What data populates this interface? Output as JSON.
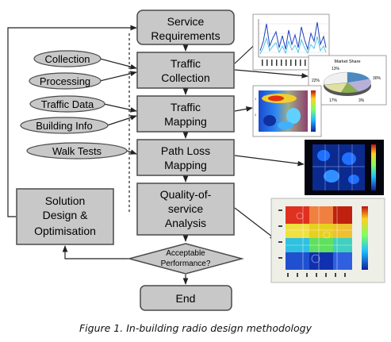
{
  "flow": {
    "service_requirements": [
      "Service",
      "Requirements"
    ],
    "traffic_collection": [
      "Traffic",
      "Collection"
    ],
    "traffic_mapping": [
      "Traffic",
      "Mapping"
    ],
    "path_loss_mapping": [
      "Path Loss",
      "Mapping"
    ],
    "qos_analysis": [
      "Quality-of-",
      "service",
      "Analysis"
    ],
    "decision": [
      "Acceptable",
      "Performance?"
    ],
    "end": "End",
    "solution": [
      "Solution",
      "Design &",
      "Optimisation"
    ]
  },
  "inputs": {
    "collection": "Collection",
    "processing": "Processing",
    "traffic_data": "Traffic Data",
    "building_info": "Building Info",
    "walk_tests": "Walk Tests"
  },
  "thumbnails": {
    "pie_title": "Market Share",
    "pie_labels": [
      "13%",
      "22%",
      "30%",
      "17%",
      "3%"
    ]
  },
  "caption": "Figure 1. In-building radio design methodology",
  "colors": {
    "box_fill": "#c8c8c8",
    "box_stroke": "#4a4a4a",
    "background": "#ffffff"
  }
}
